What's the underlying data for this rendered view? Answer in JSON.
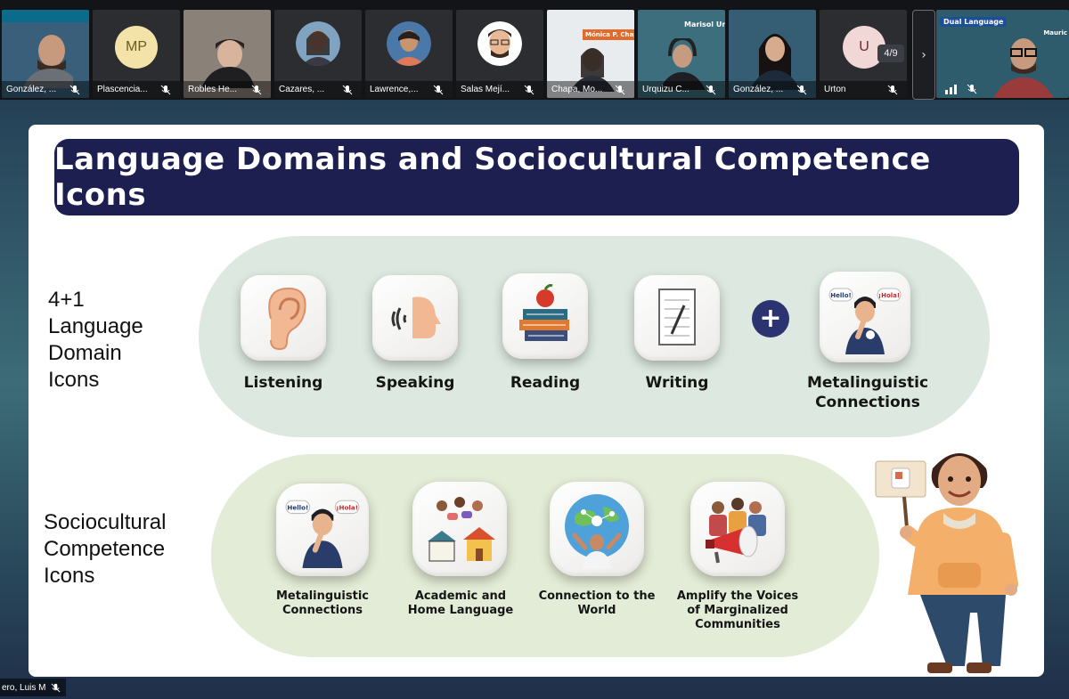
{
  "participants": [
    {
      "name": "González, ...",
      "kind": "video",
      "bg": "#3a5f7a"
    },
    {
      "name": "Plascencia...",
      "kind": "initials",
      "initials": "MP",
      "avatar_color": "#f3e3a8",
      "initials_color": "#6b5a1d"
    },
    {
      "name": "Robles He...",
      "kind": "video",
      "bg": "#8a8278"
    },
    {
      "name": "Cazares, ...",
      "kind": "photo",
      "bg": "#2b2d31"
    },
    {
      "name": "Lawrence,...",
      "kind": "photo",
      "bg": "#2b2d31"
    },
    {
      "name": "Salas Mejí...",
      "kind": "photo",
      "bg": "#2b2d31"
    },
    {
      "name": "Chapa, Mo...",
      "kind": "video",
      "bg": "#e9ecef",
      "banner": "Mónica P. Chapa"
    },
    {
      "name": "Urquizu C...",
      "kind": "video",
      "bg": "#3c6e7e",
      "banner": "Marisol Urqu"
    },
    {
      "name": "González, ...",
      "kind": "video",
      "bg": "#355d73"
    },
    {
      "name": "Urton",
      "kind": "initials",
      "initials": "U",
      "avatar_color": "#f2d7d7",
      "initials_color": "#6b2e2e"
    },
    {
      "name": "",
      "kind": "video",
      "bg": "#2e5c6c",
      "banner": "Dual Language",
      "banner2": "Mauric"
    }
  ],
  "pager": {
    "page_indicator": "4/9",
    "next_glyph": "›"
  },
  "slide": {
    "title": "Language Domains and Sociocultural Competence Icons",
    "domains_label": [
      "4+1",
      "Language",
      "Domain",
      "Icons"
    ],
    "domains": [
      {
        "label": "Listening",
        "icon": "ear-icon"
      },
      {
        "label": "Speaking",
        "icon": "speaking-head-icon"
      },
      {
        "label": "Reading",
        "icon": "books-apple-icon"
      },
      {
        "label": "Writing",
        "icon": "notepad-pencil-icon"
      }
    ],
    "plus_symbol": "+",
    "extra_domain": {
      "label_line1": "Metalinguistic",
      "label_line2": "Connections",
      "icon": "thinking-boy-icon",
      "bubble_left": "Hello!",
      "bubble_right": "¡Hola!"
    },
    "sociocultural_label": [
      "Sociocultural",
      "Competence",
      "Icons"
    ],
    "sociocultural": [
      {
        "lines": [
          "Metalinguistic",
          "Connections"
        ],
        "icon": "thinking-boy-icon"
      },
      {
        "lines": [
          "Academic and",
          "Home Language"
        ],
        "icon": "school-home-icon"
      },
      {
        "lines": [
          "Connection to the",
          "World"
        ],
        "icon": "globe-child-icon"
      },
      {
        "lines": [
          "Amplify the Voices",
          "of Marginalized",
          "Communities"
        ],
        "icon": "megaphone-icon"
      }
    ],
    "mascot": "boy-with-sign-icon"
  },
  "self_view": {
    "name": "ero, Luis M"
  },
  "colors": {
    "banner": "#1c1f4f",
    "pill_top": "#dde9e0",
    "pill_bottom": "#e3ecd6",
    "plus": "#2b3470"
  }
}
